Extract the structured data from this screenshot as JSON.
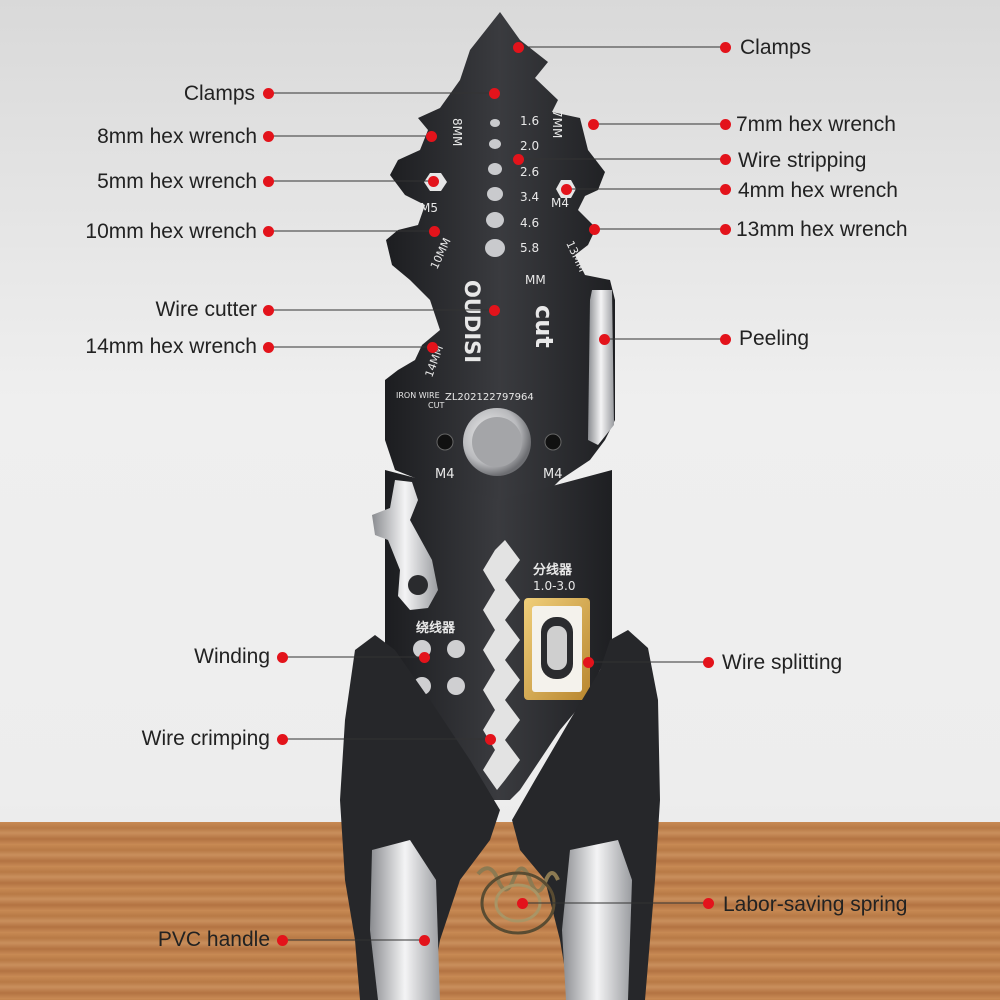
{
  "callouts": {
    "clamps_top": "Clamps",
    "clamps_left": "Clamps",
    "hex_8mm": "8mm hex wrench",
    "hex_5mm": "5mm hex wrench",
    "hex_10mm": "10mm hex wrench",
    "wire_cutter": "Wire cutter",
    "hex_14mm": "14mm hex wrench",
    "hex_7mm": "7mm hex wrench",
    "wire_stripping": "Wire stripping",
    "hex_4mm": "4mm hex wrench",
    "hex_13mm": "13mm hex wrench",
    "peeling": "Peeling",
    "winding": "Winding",
    "wire_crimping": "Wire crimping",
    "wire_splitting": "Wire splitting",
    "spring": "Labor-saving spring",
    "pvc_handle": "PVC handle"
  },
  "engraving": {
    "brand": "OUDISI",
    "cut": "cut",
    "mm_8": "8MM",
    "mm_7": "7MM",
    "m5": "M5",
    "m4_hex": "M4",
    "mm_10": "10MM",
    "mm_13": "13MM",
    "mm_14": "14MM",
    "mm_unit": "MM",
    "gauges": [
      "1.6",
      "2.0",
      "2.6",
      "3.4",
      "4.6",
      "5.8"
    ],
    "iron_wire": "IRON WIRE",
    "iron_cut": "CUT",
    "patent": "ZL202122797964",
    "m4_left": "M4",
    "m4_right": "M4",
    "splitter": "分线器",
    "splitter_range": "1.0-3.0",
    "winder": "绕线器"
  },
  "colors": {
    "callout_dot": "#e3131b",
    "tool_body": "#2a2b2e",
    "handle_silver": "#d8d9db",
    "brass": "#d6a94a"
  }
}
